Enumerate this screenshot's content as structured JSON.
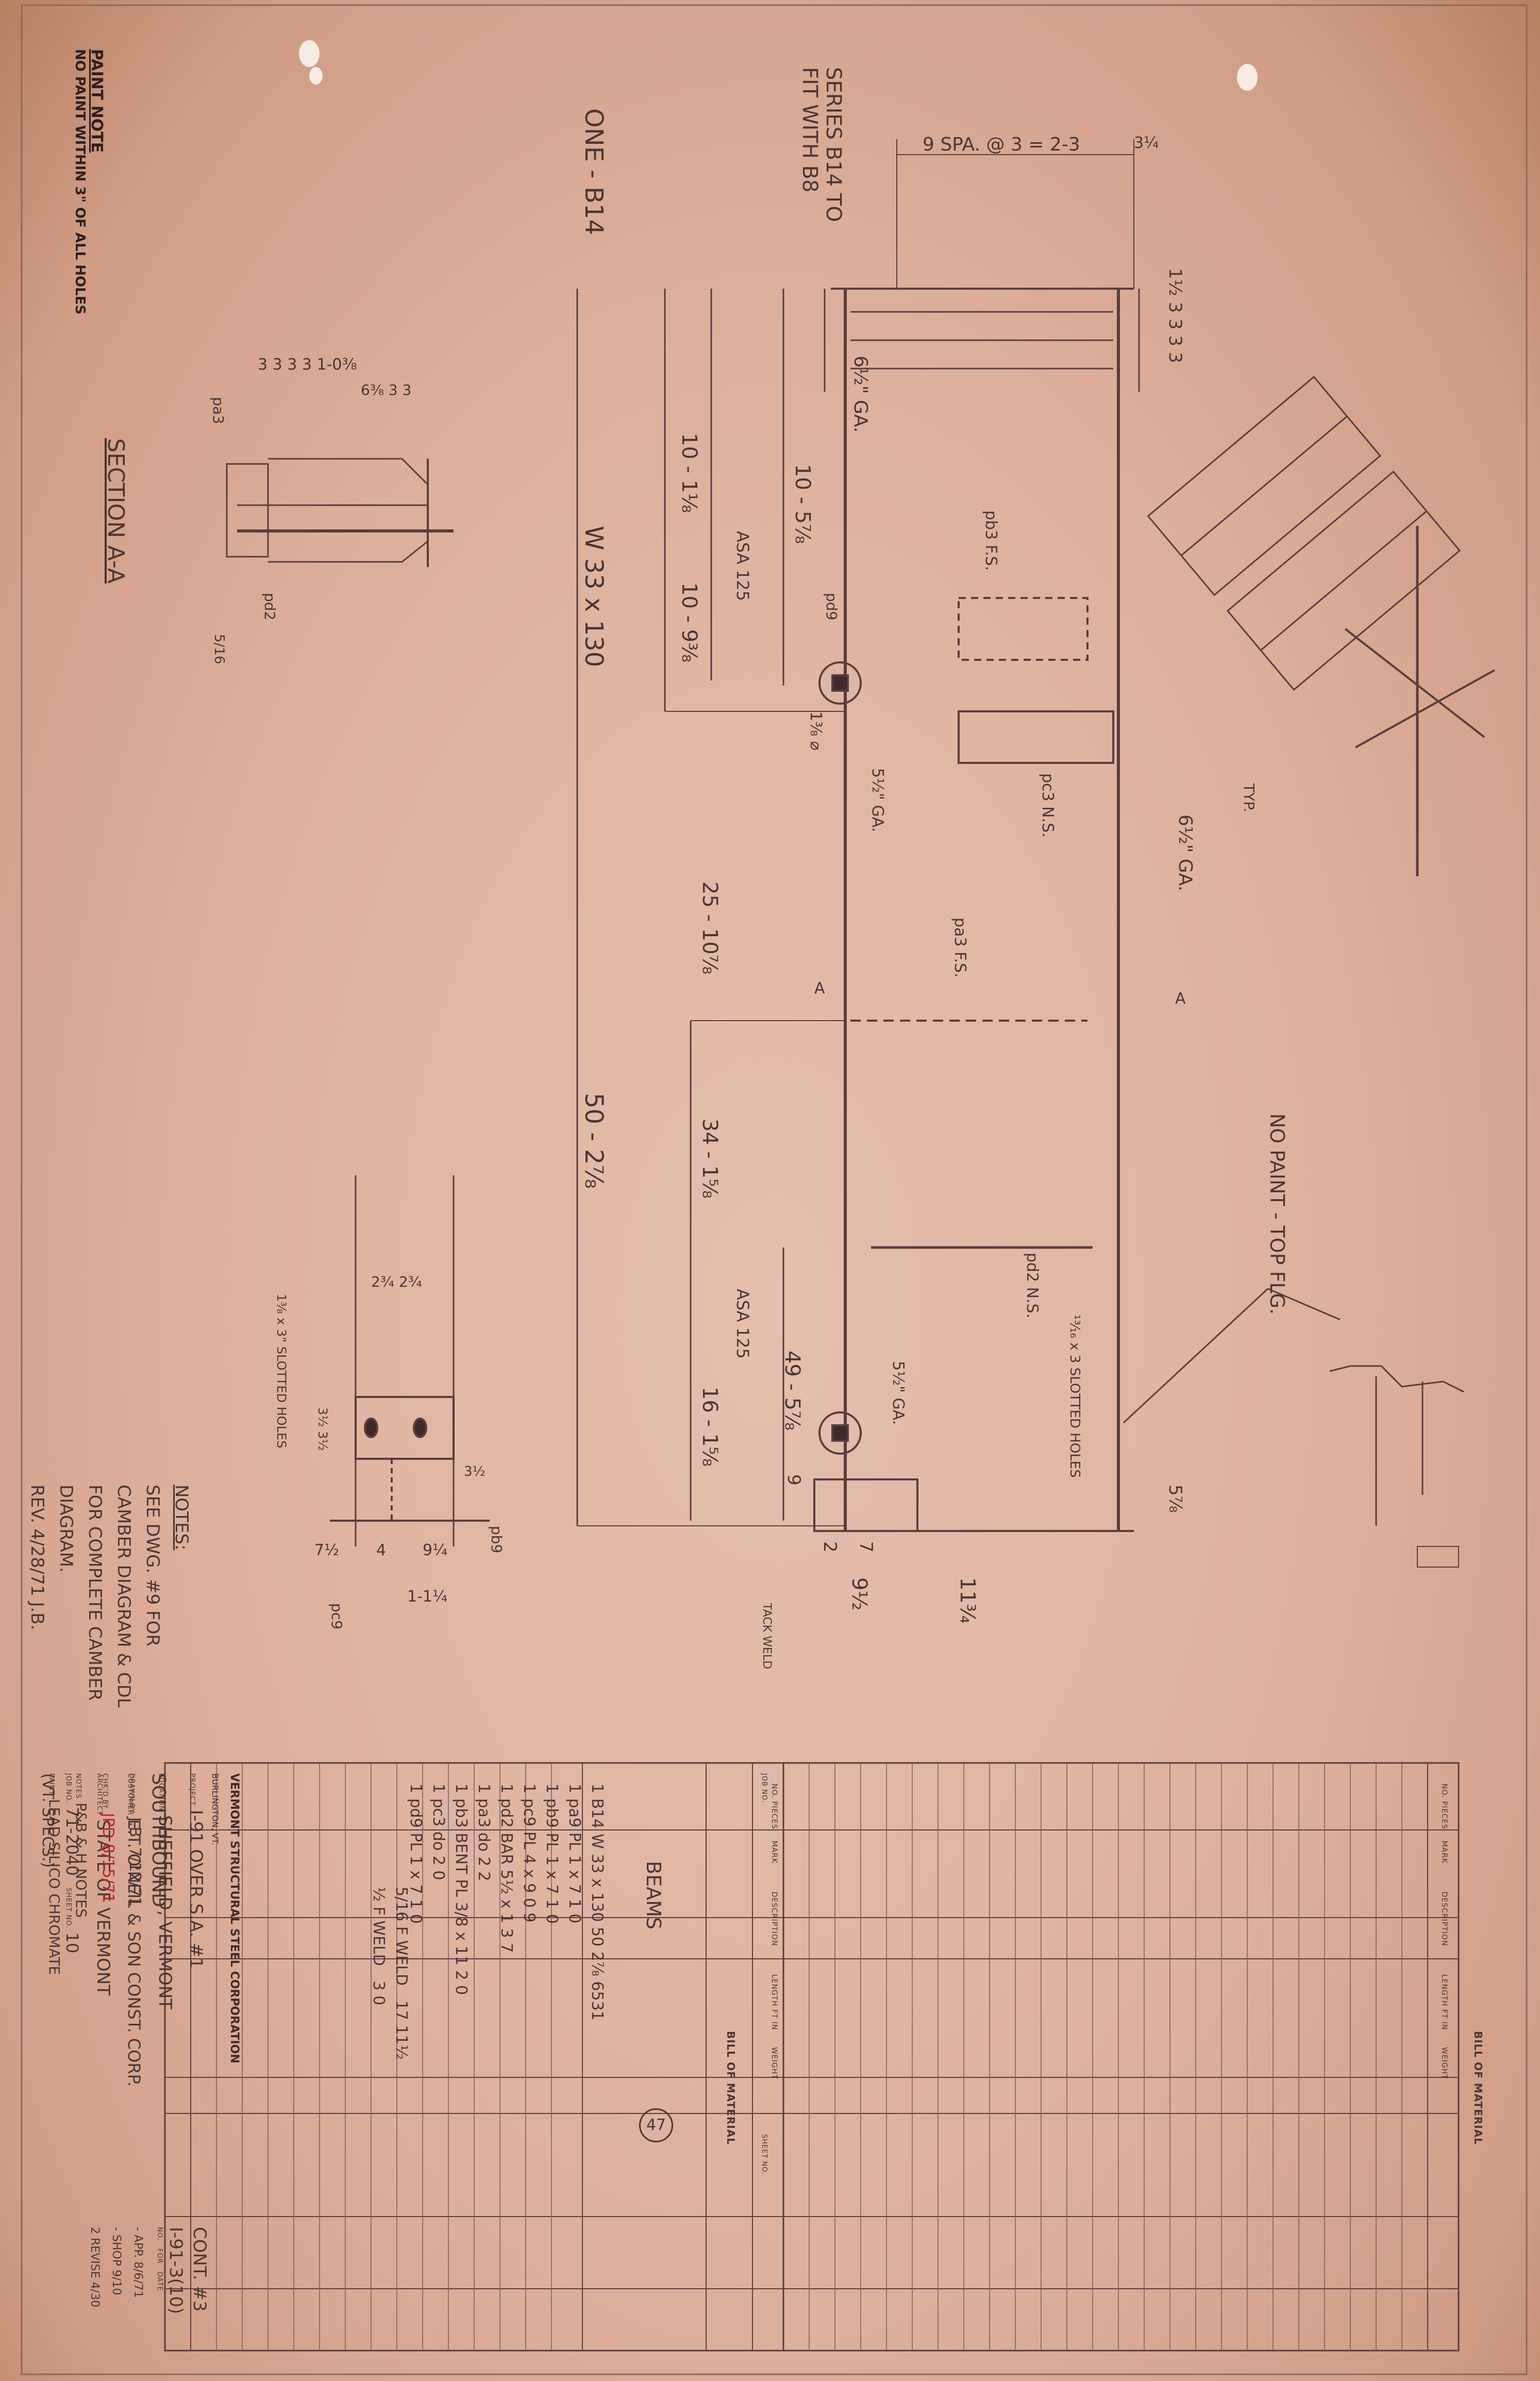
{
  "paint_note": {
    "title": "PAINT NOTE",
    "text": "NO PAINT WITHIN 3\" OF ALL HOLES"
  },
  "series_note": {
    "line1": "SERIES B14 TO",
    "line2": "FIT WITH B8"
  },
  "member": {
    "qty_mark": "ONE - B14",
    "section": "W 33 x 130",
    "length": "50 - 2⅞"
  },
  "dimensions": {
    "d1": "10 - 1⅛",
    "d2": "10 - 5⅞",
    "d3": "10 - 9⅜",
    "d4": "25 - 10⅞",
    "d5": "34 - 1⅝",
    "d6": "16 - 1⅝",
    "d7": "49 - 5⅞",
    "d8": "9½",
    "d9": "11¾",
    "d10": "5⅞",
    "d11": "9",
    "d12": "2",
    "d13": "7",
    "spacing_top": "9 SPA. @ 3 = 2-3",
    "edge_top": "3¼",
    "right_end": "1½ 3 3 3 3",
    "gage_top": "6½\" GA.",
    "gage_left": "6½\" GA.",
    "gage_small1": "5½\" GA.",
    "gage_small2": "5½\" GA.",
    "hole_circ": "1⅜ ⌀"
  },
  "callouts": {
    "pa3_fs": "pa3 F.S.",
    "pb3_fs": "pb3 F.S.",
    "pc3_ns": "pc3 N.S.",
    "pd2_ns": "pd2 N.S.",
    "pd9": "pd9",
    "pc9": "pc9",
    "pb9": "pb9",
    "asa1": "ASA 125",
    "asa2": "ASA 125",
    "slotted": "¹³⁄₁₆ x 3 SLOTTED HOLES",
    "tack_weld": "TACK WELD",
    "no_paint_top": "NO PAINT - TOP FLG.",
    "typ": "TYP.",
    "a_left": "A",
    "a_right": "A"
  },
  "section_aa": {
    "title": "SECTION A-A",
    "spacing": "3 3 3 3   1-0⅜",
    "sub": "6⅜ 3 3",
    "plate_top": "pa3",
    "plate_bot": "pd2",
    "weld": "5/16"
  },
  "detail2": {
    "dims": "2¾ 2¾",
    "slot": "1⅜ x 3\" SLOTTED HOLES",
    "w1": "7½",
    "w2": "4",
    "w3": "9¼",
    "total": "1-1¼",
    "edge": "3½",
    "side": "3½ 3½"
  },
  "notes": {
    "title": "NOTES:",
    "body": [
      "SEE DWG. #9 FOR",
      "CAMBER DIAGRAM & CDL",
      "FOR COMPLETE CAMBER",
      "DIAGRAM."
    ],
    "rev": "REV. 4/28/71 J.B."
  },
  "bom_left": {
    "title": "BILL OF MATERIAL",
    "headers": [
      "NO. PIECES",
      "MARK",
      "DESCRIPTION",
      "LENGTH FT IN",
      "WEIGHT"
    ],
    "job_no": "JOB NO.",
    "sheet_no": "SHEET NO.",
    "section_title": "BEAMS",
    "circle": "47",
    "rows": [
      [
        "1",
        "B14",
        "W 33 x 130",
        "50 2⅞",
        "6531"
      ],
      [
        "1",
        "pa9",
        "PL 1 x 7",
        "1 0",
        ""
      ],
      [
        "1",
        "pb9",
        "PL 1 x 7",
        "1 0",
        ""
      ],
      [
        "1",
        "pc9",
        "PL 4 x 9",
        "0 9",
        ""
      ],
      [
        "1",
        "pd2",
        "BAR 5½ x 1",
        "3 7",
        ""
      ],
      [
        "1",
        "pa3",
        "do",
        "2 2",
        ""
      ],
      [
        "1",
        "pb3",
        "BENT PL 3/8 x 11",
        "2 0",
        ""
      ],
      [
        "1",
        "pc3",
        "do",
        "2 0",
        ""
      ],
      [
        "1",
        "pd9",
        "PL 1 x 7",
        "1 0",
        ""
      ]
    ],
    "weld1": "5/16 F WELD",
    "weld2": "½ F WELD",
    "wv1": "17 11½",
    "wv2": "3 0"
  },
  "title_block": {
    "company": "VERMONT STRUCTURAL STEEL CORPORATION",
    "city": "BURLINGTON, VT.",
    "project_label": "PROJECT",
    "project": "I-91 OVER S.A. #1",
    "location_label": "LOCATION",
    "location": "SHEFFIELD, VERMONT",
    "customer_label": "CUSTOMER",
    "customer": "E.T. O'NEIL & SON CONST. CORP.",
    "architect_label": "ARCHITECT",
    "architect": "STATE OF VERMONT",
    "job_label": "JOB NO.",
    "job": "71-2040",
    "sheet_label": "SHEET NO.",
    "sheet": "10",
    "contract": "CONT. #3",
    "contract_no": "I-91-3(10)",
    "drawn_label": "DRAWN BY",
    "drawn": "J.B. 7/12/71",
    "chkd_label": "CHK'D BY",
    "chkd": "JPD 8/15/71",
    "notes_label": "NOTES",
    "notes": "P&B & H NOTES",
    "paint_label": "PAINT",
    "paint": "LEAD SILICO CHROMATE",
    "spec": "(VT. SPECS.)",
    "southbound": "SOUTHBOUND",
    "rev_headers": [
      "NO.",
      "FOR",
      "DATE"
    ],
    "rev_rows": [
      [
        "-",
        "APP.",
        "8/6/71"
      ],
      [
        "-",
        "SHOP",
        "9/10"
      ],
      [
        "2",
        "REVISE",
        "4/30"
      ]
    ]
  },
  "bom_right": {
    "title": "BILL OF MATERIAL",
    "headers": [
      "NO. PIECES",
      "MARK",
      "DESCRIPTION",
      "LENGTH FT IN",
      "WEIGHT"
    ]
  }
}
